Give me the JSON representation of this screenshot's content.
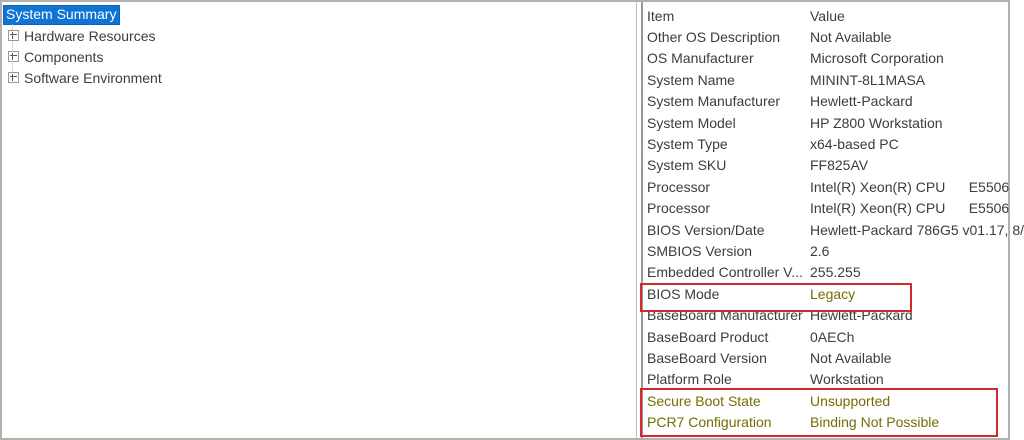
{
  "tree": {
    "selected": "System Summary",
    "items": [
      {
        "label": "Hardware Resources"
      },
      {
        "label": "Components"
      },
      {
        "label": "Software Environment"
      }
    ]
  },
  "list": {
    "header": {
      "item": "Item",
      "value": "Value"
    },
    "rows": [
      {
        "item": "Other OS Description",
        "value": "Not Available",
        "accent_item": false,
        "accent_value": false
      },
      {
        "item": "OS Manufacturer",
        "value": "Microsoft Corporation",
        "accent_item": false,
        "accent_value": false
      },
      {
        "item": "System Name",
        "value": "MININT-8L1MASA",
        "accent_item": false,
        "accent_value": false
      },
      {
        "item": "System Manufacturer",
        "value": "Hewlett-Packard",
        "accent_item": false,
        "accent_value": false
      },
      {
        "item": "System Model",
        "value": "HP Z800 Workstation",
        "accent_item": false,
        "accent_value": false
      },
      {
        "item": "System Type",
        "value": "x64-based PC",
        "accent_item": false,
        "accent_value": false
      },
      {
        "item": "System SKU",
        "value": "FF825AV",
        "accent_item": false,
        "accent_value": false
      },
      {
        "item": "Processor",
        "value": "Intel(R) Xeon(R) CPU      E5506",
        "accent_item": false,
        "accent_value": false
      },
      {
        "item": "Processor",
        "value": "Intel(R) Xeon(R) CPU      E5506",
        "accent_item": false,
        "accent_value": false
      },
      {
        "item": "BIOS Version/Date",
        "value": "Hewlett-Packard 786G5 v01.17, 8/",
        "accent_item": false,
        "accent_value": false
      },
      {
        "item": "SMBIOS Version",
        "value": "2.6",
        "accent_item": false,
        "accent_value": false
      },
      {
        "item": "Embedded Controller V...",
        "value": "255.255",
        "accent_item": false,
        "accent_value": false
      },
      {
        "item": "BIOS Mode",
        "value": "Legacy",
        "accent_item": false,
        "accent_value": true
      },
      {
        "item": "BaseBoard Manufacturer",
        "value": "Hewlett-Packard",
        "accent_item": false,
        "accent_value": false
      },
      {
        "item": "BaseBoard Product",
        "value": "0AECh",
        "accent_item": false,
        "accent_value": false
      },
      {
        "item": "BaseBoard Version",
        "value": "Not Available",
        "accent_item": false,
        "accent_value": false
      },
      {
        "item": "Platform Role",
        "value": "Workstation",
        "accent_item": false,
        "accent_value": false
      },
      {
        "item": "Secure Boot State",
        "value": "Unsupported",
        "accent_item": true,
        "accent_value": true
      },
      {
        "item": "PCR7 Configuration",
        "value": "Binding Not Possible",
        "accent_item": true,
        "accent_value": true
      }
    ]
  },
  "annotations": [
    {
      "type": "red-box",
      "rows": [
        "BIOS Mode"
      ]
    },
    {
      "type": "red-box",
      "rows": [
        "Secure Boot State",
        "PCR7 Configuration"
      ]
    }
  ],
  "colors": {
    "annotation_red": "#d22a2a",
    "selection_background": "#0f74d4",
    "selection_text": "#ffffff",
    "accent_olive": "#756d00",
    "text": "#3c3c3c",
    "window_border": "#b3b1ae"
  }
}
